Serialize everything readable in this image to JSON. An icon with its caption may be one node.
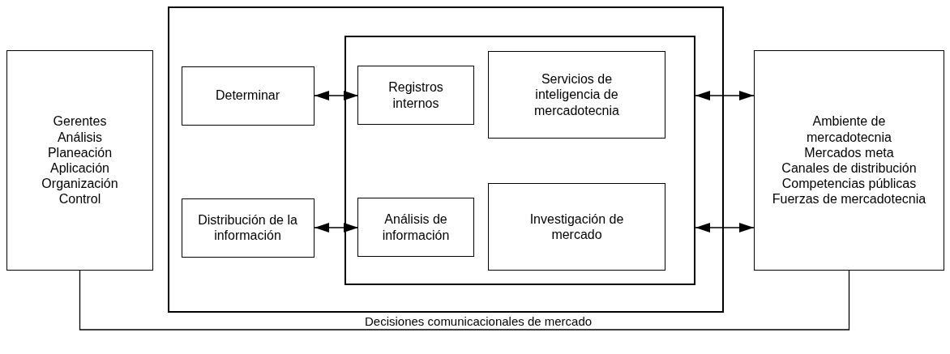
{
  "diagram": {
    "nodes": [
      {
        "text": [
          "Gerentes",
          "Análisis",
          "Planeación",
          "Aplicación",
          "Organización",
          "Control"
        ]
      },
      {
        "text": [],
        "shape": "box"
      },
      {
        "text": [
          "Determinar"
        ],
        "in": 1
      },
      {
        "text": [
          "Distribución de la información"
        ],
        "in": 1
      },
      {
        "text": [],
        "shape": "box",
        "in": 1
      },
      {
        "text": [
          "Registros internos"
        ],
        "in": 4
      },
      {
        "text": [
          "Servicios de inteligencia de mercadotecnia"
        ],
        "in": 4
      },
      {
        "text": [
          "Análisis de información"
        ],
        "in": 4
      },
      {
        "text": [
          "Investigación de mercado"
        ],
        "in": 4
      },
      {
        "text": [
          "Ambiente de mercadotecnia",
          "Mercados meta",
          "Canales de distribución",
          "Competencias públicas",
          "Fuerzas de mercadotecnia"
        ]
      }
    ],
    "edges": [
      {
        "from": 2,
        "to": 5,
        "arrow": "both"
      },
      {
        "from": 3,
        "to": 7,
        "arrow": "both"
      },
      {
        "from": 4,
        "to": 9,
        "arrow": "both"
      },
      {
        "from": 4,
        "to": 9,
        "arrow": "both"
      },
      {
        "from": 0,
        "to": 9,
        "arrow": "none",
        "label": "Decisiones comunicacionales de mercado"
      }
    ]
  }
}
